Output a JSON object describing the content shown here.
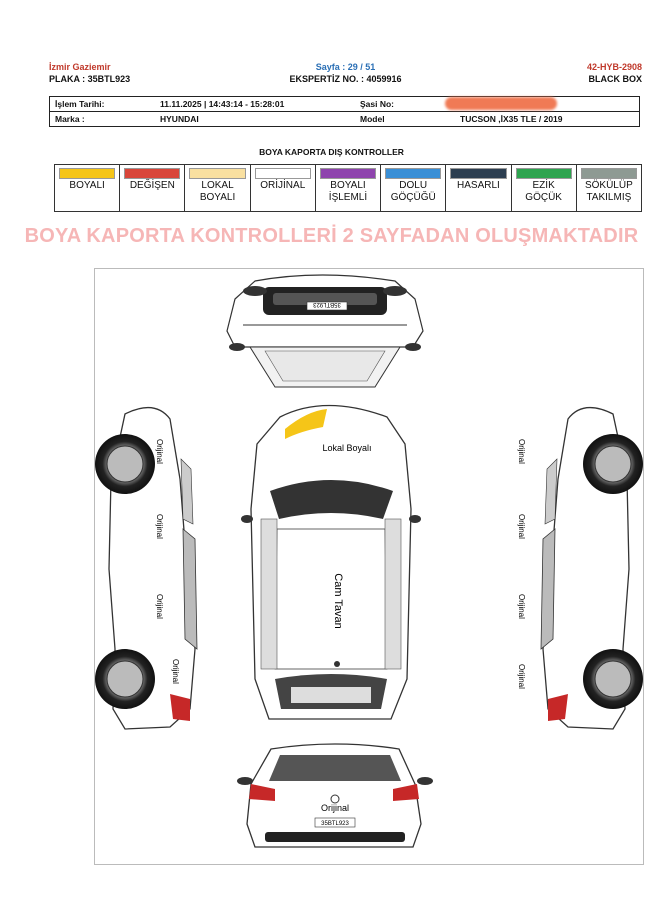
{
  "header": {
    "company": "İzmir Gaziemir",
    "page": "Sayfa : 29 / 51",
    "code": "42-HYB-2908",
    "plate": "PLAKA : 35BTL923",
    "expert_no": "EKSPERTİZ NO. : 4059916",
    "black_box": "BLACK BOX"
  },
  "info": {
    "date_label": "İşlem Tarihi:",
    "date_value": "11.11.2025 | 14:43:14 - 15:28:01",
    "chassis_label": "Şasi No:",
    "brand_label": "Marka :",
    "brand_value": "HYUNDAI",
    "model_label": "Model",
    "model_value": "TUCSON ,İX35 TLE / 2019"
  },
  "section_title": "BOYA KAPORTA DIŞ KONTROLLER",
  "legend": [
    {
      "l1": "BOYALI",
      "l2": "",
      "color": "#f5c518"
    },
    {
      "l1": "DEĞİŞEN",
      "l2": "",
      "color": "#d9463a"
    },
    {
      "l1": "LOKAL",
      "l2": "BOYALI",
      "color": "#f9e0a0"
    },
    {
      "l1": "ORİJİNAL",
      "l2": "",
      "color": "#ffffff"
    },
    {
      "l1": "BOYALI",
      "l2": "İŞLEMLİ",
      "color": "#8e44ad"
    },
    {
      "l1": "DOLU",
      "l2": "GÖÇÜĞÜ",
      "color": "#3a8fd6"
    },
    {
      "l1": "HASARLI",
      "l2": "",
      "color": "#2c3e50"
    },
    {
      "l1": "EZİK",
      "l2": "GÖÇÜK",
      "color": "#2ea44f"
    },
    {
      "l1": "SÖKÜLÜP",
      "l2": "TAKILMIŞ",
      "color": "#8e9a93"
    }
  ],
  "banner": "BOYA KAPORTA KONTROLLERİ 2 SAYFADAN OLUŞMAKTADIR",
  "diagram": {
    "front_plate": "35BTL923",
    "rear_plate": "35BTL923",
    "hood_label": "Lokal Boyalı",
    "roof_label": "Cam Tavan",
    "rear_label": "Orijinal",
    "left_labels": [
      "Orijinal",
      "Orijinal",
      "Orijinal",
      "Orijinal"
    ],
    "right_labels": [
      "Orijinal",
      "Orijinal",
      "Orijinal",
      "Orijinal"
    ]
  }
}
